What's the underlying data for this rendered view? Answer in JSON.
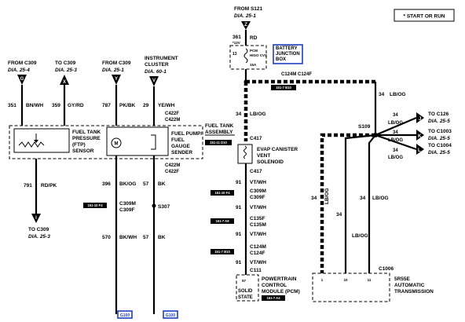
{
  "legend": {
    "text": "* START OR RUN"
  },
  "top_source": {
    "from": "FROM S121",
    "dia": "DIA.",
    "page": "25-1",
    "letter": "Z",
    "circuit": "361",
    "note": "*12V",
    "color": "RD"
  },
  "battery_box": {
    "pin": "13",
    "line1": "PCM",
    "line2": "HIGO CVS",
    "fuse": "15A",
    "label": [
      "BATTERY",
      "JUNCTION",
      "BOX"
    ]
  },
  "left_connectors": [
    {
      "id": "G",
      "from": "FROM C309",
      "dia": "DIA.",
      "page": "25-4",
      "circuit": "351",
      "color": "BN/WH"
    },
    {
      "id": "X",
      "from": "TO C309",
      "dia": "DIA.",
      "page": "25-3",
      "circuit": "359",
      "color": "GY/RD"
    },
    {
      "id": "Y",
      "from": "FROM C309",
      "dia": "DIA.",
      "page": "25-1",
      "circuit": "787",
      "color": "PK/BK"
    },
    {
      "id": "V",
      "from": "INSTRUMENT",
      "from2": "CLUSTER",
      "dia": "DIA.",
      "page": "60-1",
      "circuit": "29",
      "color": "YE/WH"
    }
  ],
  "connectors_top": {
    "c422f": "C422F",
    "c422m": "C422M"
  },
  "fuel_tank": {
    "label": [
      "FUEL TANK",
      "ASSEMBLY"
    ],
    "ref": "151-11 D10"
  },
  "sensor1": {
    "label": [
      "FUEL TANK",
      "PRESSURE",
      "(FTP)",
      "SENSOR"
    ]
  },
  "sensor2": {
    "label": [
      "FUEL PUMP/",
      "FUEL",
      "GAUGE",
      "SENDER"
    ],
    "motor": "M"
  },
  "connectors_bottom": {
    "c422m": "C422M",
    "c422f": "C422F"
  },
  "bottom_left": {
    "circuit": "791",
    "color": "RD/PK",
    "to": "TO C309",
    "dia": "DIA.",
    "page": "25-3",
    "letter": "I"
  },
  "mid_wires": [
    {
      "circuit": "396",
      "color": "BK/OG"
    },
    {
      "circuit": "57",
      "color": "BK"
    }
  ],
  "ref_151_10_f4": "151-10 F4",
  "c309": {
    "m": "C309M",
    "f": "C309F"
  },
  "s307": "S307",
  "lower_wires": [
    {
      "circuit": "570",
      "color": "BK/WH"
    },
    {
      "circuit": "57",
      "color": "BK"
    }
  ],
  "ground_labels": [
    "G100",
    "G100"
  ],
  "right_trunk": {
    "wire1": {
      "circuit": "34",
      "color": "LB/OG"
    },
    "c417": "C417",
    "evap": [
      "EVAP CANISTER",
      "VENT",
      "SOLENOID"
    ],
    "c417b": "C417",
    "wire2": {
      "circuit": "91",
      "color": "VT/WH"
    },
    "c309m": "C309M",
    "c309f": "C309F",
    "ref1": "151-10 F4",
    "wire3": {
      "circuit": "91",
      "color": "VT/WH"
    },
    "c135f": "C135F",
    "c135m": "C135M",
    "ref2": "151-7 A9",
    "wire4": {
      "circuit": "91",
      "color": "VT/WH"
    },
    "c124m": "C124M",
    "c124f": "C124F",
    "ref3": "151-7 B10",
    "wire5": {
      "circuit": "91",
      "color": "VT/WH"
    },
    "c111": "C111",
    "pcm_pin": "57",
    "pcm_label": [
      "POWERTRAIN",
      "CONTROL",
      "MODULE (PCM)"
    ],
    "solid_state": [
      "SOLID",
      "STATE"
    ],
    "pcm_ref": "151-7 A4"
  },
  "top_right": {
    "c124m": "C124M",
    "c124f": "C124F",
    "ref": "151-7 B10",
    "wire": {
      "circuit": "34",
      "color": "LB/OG"
    }
  },
  "splice": "S109",
  "right_branches": [
    {
      "letter": "J",
      "circuit": "34",
      "color": "LB/OG",
      "to": "TO C126",
      "dia": "DIA.",
      "page": "25-5"
    },
    {
      "letter": "K",
      "circuit": "34",
      "color": "LB/OG",
      "to": "TO C1003",
      "dia": "DIA.",
      "page": "25-5"
    },
    {
      "letter": "L",
      "circuit": "34",
      "color": "LB/OG",
      "to": "TO C1004",
      "dia": "DIA.",
      "page": "25-5"
    }
  ],
  "trans_wires": [
    {
      "circuit": "34",
      "color": "LB/OG"
    },
    {
      "circuit": "34",
      "color": "LB/OG"
    },
    {
      "circuit": "34",
      "color": "LB/OG"
    }
  ],
  "trans": {
    "connector": "C1006",
    "pins": [
      "1",
      "10",
      "11"
    ],
    "label": [
      "5R55E",
      "AUTOMATIC",
      "TRANSMISSION"
    ]
  }
}
